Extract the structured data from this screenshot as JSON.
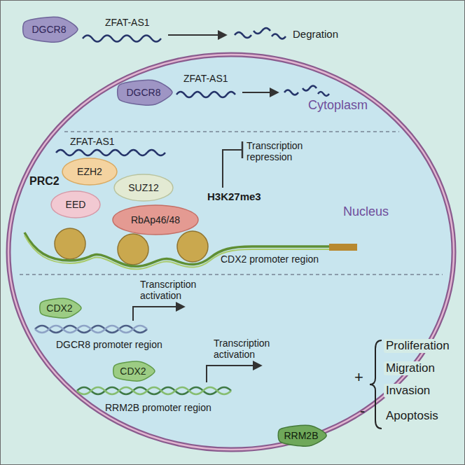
{
  "diagram": {
    "nodes": [
      {
        "text": [
          "DGCR8"
        ]
      },
      {
        "text": [
          "DGCR8"
        ]
      },
      {
        "text": [
          "EZH2"
        ]
      },
      {
        "text": [
          "SUZ12"
        ]
      },
      {
        "text": [
          "EED"
        ]
      },
      {
        "text": [
          "RbAp46/48"
        ]
      },
      {
        "text": [
          "CDX2"
        ]
      },
      {
        "text": [
          "CDX2"
        ]
      },
      {
        "text": [
          "RRM2B"
        ]
      }
    ],
    "labels": [
      "ZFAT-AS1",
      "Degration",
      "Cytoplasm",
      "ZFAT-AS1",
      "ZFAT-AS1",
      "PRC2",
      "Transcription repression",
      "H3K27me3",
      "Nucleus",
      "CDX2 promoter region",
      "Transcription activation",
      "DGCR8 promoter region",
      "Transcription activation",
      "RRM2B promoter region",
      "Proliferation",
      "+",
      "Migration",
      "Invasion",
      "-",
      "Apoptosis"
    ]
  }
}
